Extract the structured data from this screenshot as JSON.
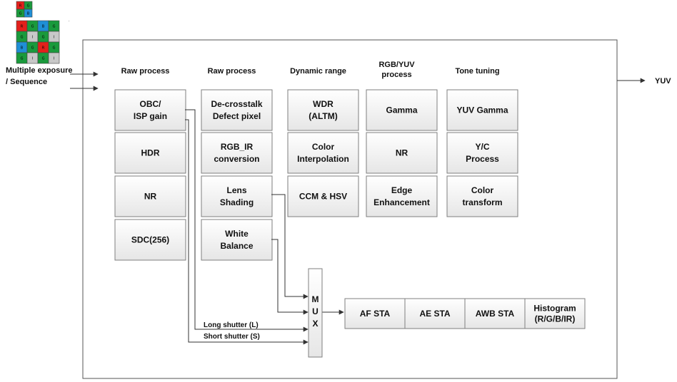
{
  "inputs": {
    "line1": "Multiple exposure",
    "line2": "/ Sequence"
  },
  "output": "YUV",
  "columns": [
    {
      "header": [
        "Raw process"
      ],
      "blocks": [
        [
          "OBC/",
          "ISP gain"
        ],
        [
          "HDR"
        ],
        [
          "NR"
        ],
        [
          "SDC(256)"
        ]
      ]
    },
    {
      "header": [
        "Raw process"
      ],
      "blocks": [
        [
          "De-crosstalk",
          "Defect pixel"
        ],
        [
          "RGB_IR",
          "conversion"
        ],
        [
          "Lens",
          "Shading"
        ],
        [
          "White",
          "Balance"
        ]
      ]
    },
    {
      "header": [
        "Dynamic range"
      ],
      "blocks": [
        [
          "WDR",
          "(ALTM)"
        ],
        [
          "Color",
          "Interpolation"
        ],
        [
          "CCM & HSV"
        ]
      ]
    },
    {
      "header": [
        "RGB/YUV",
        "process"
      ],
      "blocks": [
        [
          "Gamma"
        ],
        [
          "NR"
        ],
        [
          "Edge",
          "Enhancement"
        ]
      ]
    },
    {
      "header": [
        "Tone tuning"
      ],
      "blocks": [
        [
          "YUV Gamma"
        ],
        [
          "Y/C",
          "Process"
        ],
        [
          "Color",
          "transform"
        ]
      ]
    }
  ],
  "mux": [
    "M",
    "U",
    "X"
  ],
  "shutters": {
    "long": "Long shutter (L)",
    "short": "Short shutter (S)"
  },
  "statistics": [
    [
      "AF STA"
    ],
    [
      "AE STA"
    ],
    [
      "AWB STA"
    ],
    [
      "Histogram",
      "(R/G/B/IR)"
    ]
  ],
  "cfa_top": {
    "rows": 2,
    "cols": 2,
    "cells": [
      [
        "R",
        "G"
      ],
      [
        "G",
        "B"
      ]
    ],
    "colors": [
      [
        "#e3201b",
        "#1a9a3c"
      ],
      [
        "#1a9a3c",
        "#1f8fd6"
      ]
    ]
  },
  "cfa_bottom": {
    "rows": 4,
    "cols": 4,
    "cells": [
      [
        "R",
        "G",
        "B",
        "G"
      ],
      [
        "G",
        "I",
        "G",
        "I"
      ],
      [
        "B",
        "G",
        "R",
        "G"
      ],
      [
        "G",
        "I",
        "G",
        "I"
      ]
    ],
    "colors": [
      [
        "#e3201b",
        "#1a9a3c",
        "#1f8fd6",
        "#1a9a3c"
      ],
      [
        "#1a9a3c",
        "#c8c8c8",
        "#1a9a3c",
        "#c8c8c8"
      ],
      [
        "#1f8fd6",
        "#1a9a3c",
        "#e3201b",
        "#1a9a3c"
      ],
      [
        "#1a9a3c",
        "#c8c8c8",
        "#1a9a3c",
        "#c8c8c8"
      ]
    ]
  },
  "colors": {
    "block_fill_top": "#ffffff",
    "block_fill_bottom": "#e6e6e6",
    "block_stroke": "#7f7f7f",
    "frame_stroke": "#555555",
    "wire": "#333333"
  }
}
